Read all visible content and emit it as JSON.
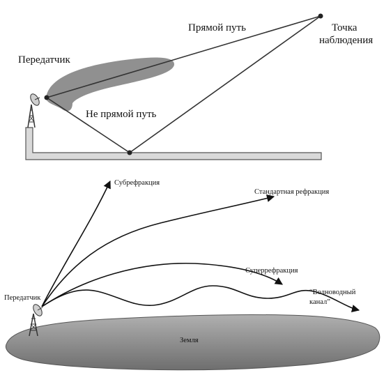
{
  "top_panel": {
    "transmitter_label": "Передатчик",
    "direct_path_label": "Прямой путь",
    "indirect_path_label": "Не прямой путь",
    "observation_point_label_line1": "Точка",
    "observation_point_label_line2": "наблюдения"
  },
  "bottom_panel": {
    "transmitter_label": "Передатчик",
    "subrefraction_label": "Субрефракция",
    "standard_refraction_label": "Стандартная рефракция",
    "superrefraction_label": "Суперрефракция",
    "waveguide_label_line1": "“Волноводный",
    "waveguide_label_line2": "канал”",
    "earth_label": "Земля"
  },
  "colors": {
    "ground_fill": "#d9d9d9",
    "beam_fill": "#8a8a8a",
    "line": "#333333",
    "earth_fill": "#8f8f8f"
  }
}
